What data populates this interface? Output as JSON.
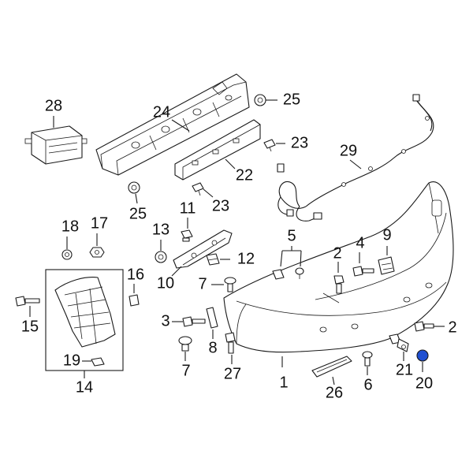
{
  "diagram": {
    "accent_color": "#1f4fd1",
    "highlighted_part": "20",
    "callouts": {
      "c28": "28",
      "c24": "24",
      "c25a": "25",
      "c23a": "23",
      "c29": "29",
      "c22": "22",
      "c25b": "25",
      "c23b": "23",
      "c11": "11",
      "c18": "18",
      "c17": "17",
      "c13": "13",
      "c5": "5",
      "c2a": "2",
      "c4": "4",
      "c9": "9",
      "c12": "12",
      "c10": "10",
      "c16": "16",
      "c7a": "7",
      "c15": "15",
      "c3": "3",
      "c8": "8",
      "c2b": "2",
      "c7b": "7",
      "c27": "27",
      "c19": "19",
      "c14": "14",
      "c1": "1",
      "c26": "26",
      "c6": "6",
      "c21": "21",
      "c20": "20"
    }
  }
}
